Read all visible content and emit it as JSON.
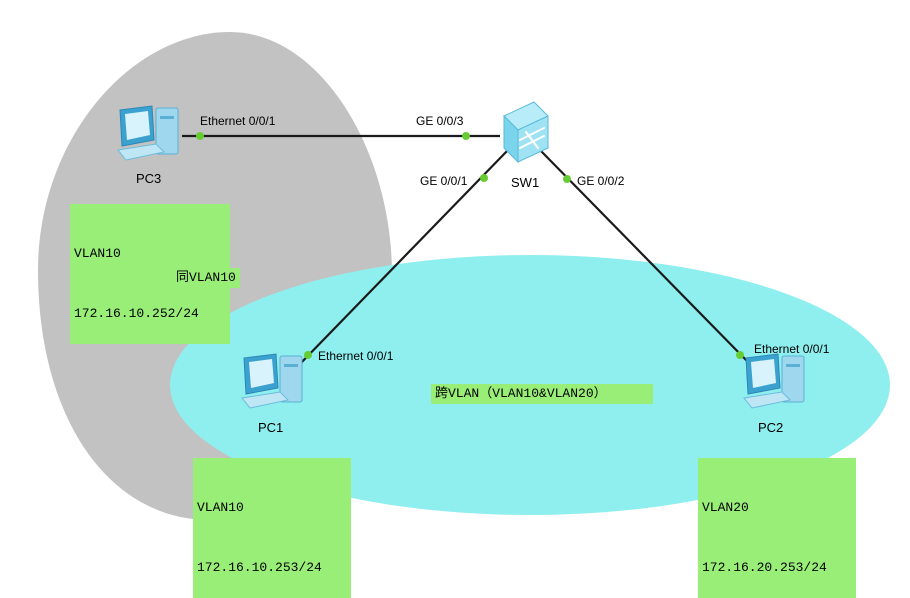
{
  "colors": {
    "gray_region": "#c2c2c2",
    "cyan_region": "#8feeee",
    "note_bg": "#99ee77",
    "link": "#1a1a1a",
    "port_dot": "#66cc33",
    "switch_face": "#7ad4ec"
  },
  "devices": {
    "pc3": {
      "name": "PC3",
      "icon": "pc-icon"
    },
    "pc1": {
      "name": "PC1",
      "icon": "pc-icon"
    },
    "pc2": {
      "name": "PC2",
      "icon": "pc-icon"
    },
    "sw1": {
      "name": "SW1",
      "icon": "switch-icon"
    }
  },
  "ports": {
    "pc3_eth": "Ethernet 0/0/1",
    "sw1_ge3": "GE 0/0/3",
    "sw1_ge1": "GE 0/0/1",
    "sw1_ge2": "GE 0/0/2",
    "pc1_eth": "Ethernet 0/0/1",
    "pc2_eth": "Ethernet 0/0/1"
  },
  "notes": {
    "pc3": {
      "vlan": "VLAN10",
      "ip": "172.16.10.252/24"
    },
    "pc1": {
      "vlan": "VLAN10",
      "ip": "172.16.10.253/24"
    },
    "pc2": {
      "vlan": "VLAN20",
      "ip": "172.16.20.253/24"
    }
  },
  "regions": {
    "same_vlan": "同VLAN10",
    "cross_vlan": "跨VLAN（VLAN10&VLAN20）"
  }
}
